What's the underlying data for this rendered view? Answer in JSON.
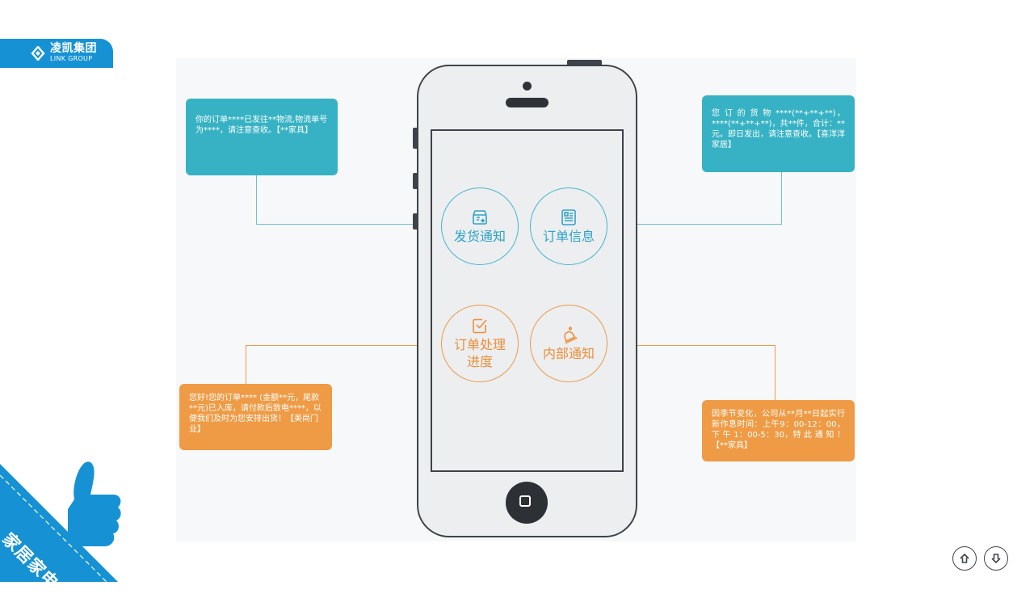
{
  "logo": {
    "cn": "凌凯集团",
    "en": "LINK GROUP"
  },
  "side_label": "家居家电",
  "features": [
    {
      "icon": "shipping-box-icon",
      "label": "发货通知",
      "color": "#2ea3c9"
    },
    {
      "icon": "order-list-icon",
      "label": "订单信息",
      "color": "#2ea3c9"
    },
    {
      "icon": "checkbox-icon",
      "label": "订单处理进度",
      "color": "#ec8f36"
    },
    {
      "icon": "bell-icon",
      "label": "内部通知",
      "color": "#ec8f36"
    }
  ],
  "messages": {
    "shipping": "你的订单****已发往**物流,物流单号为****，请注意查收。【**家具】",
    "order_info": "您 订 的 货 物 ****(**+**+**)，****(**+**+**)，共**件，合计：**元。即日发出，请注意查收。【喜洋洋家居】",
    "progress": "您好!您的订单**** (金额**元，尾款**元)已入库，请付款后致电****，以便我们及时为您安排出货！【美尚门业】",
    "internal": "因季节变化，公司从**月**日起实行新作息时间：上午9：00-12：00，下 午 1：00-5：30，特 此 通 知 ！【**家具】"
  },
  "colors": {
    "brand_blue": "#1692d4",
    "teal": "#37b2c4",
    "orange": "#ef9b45",
    "phone_outline": "#3f4349"
  },
  "nav": {
    "up_icon": "arrow-up-circle-icon",
    "down_icon": "arrow-down-circle-icon"
  }
}
